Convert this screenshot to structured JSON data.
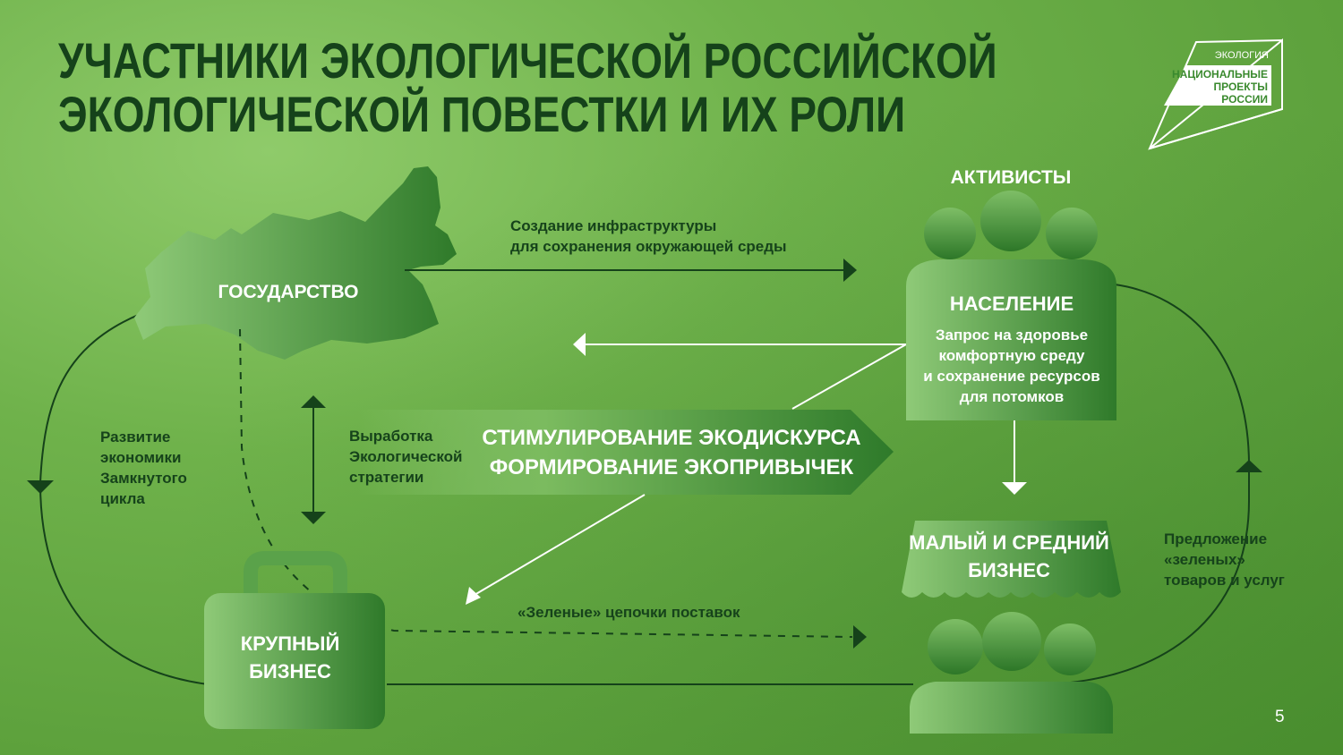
{
  "slide": {
    "title_line1": "УЧАСТНИКИ ЭКОЛОГИЧЕСКОЙ РОССИЙСКОЙ",
    "title_line2": "ЭКОЛОГИЧЕСКОЙ ПОВЕСТКИ И ИХ РОЛИ",
    "page_number": "5"
  },
  "logo": {
    "top_label": "ЭКОЛОГИЯ",
    "line1": "НАЦИОНАЛЬНЫЕ",
    "line2": "ПРОЕКТЫ",
    "line3": "РОССИИ"
  },
  "nodes": {
    "state": "ГОСУДАРСТВО",
    "activists": "АКТИВИСТЫ",
    "population_title": "НАСЕЛЕНИЕ",
    "population_desc": [
      "Запрос на здоровье",
      "комфортную среду",
      "и сохранение ресурсов",
      "для потомков"
    ],
    "sme_line1": "МАЛЫЙ И СРЕДНИЙ",
    "sme_line2": "БИЗНЕС",
    "big_line1": "КРУПНЫЙ",
    "big_line2": "БИЗНЕС",
    "center_line1": "СТИМУЛИРОВАНИЕ ЭКОДИСКУРСА",
    "center_line2": "ФОРМИРОВАНИЕ ЭКОПРИВЫЧЕК"
  },
  "edges": {
    "infrastructure": [
      "Создание инфраструктуры",
      "для сохранения окружающей среды"
    ],
    "circular": [
      "Развитие",
      "экономики",
      "Замкнутого",
      "цикла"
    ],
    "strategy": [
      "Выработка",
      "Экологической",
      "стратегии"
    ],
    "supply_chains": "«Зеленые» цепочки поставок",
    "green_goods": [
      "Предложение",
      "«зеленых»",
      "товаров и услуг"
    ]
  },
  "colors": {
    "dark_green": "#15421a",
    "node_fill_light": "#8fca78",
    "node_fill_dark": "#2f7a2a"
  }
}
